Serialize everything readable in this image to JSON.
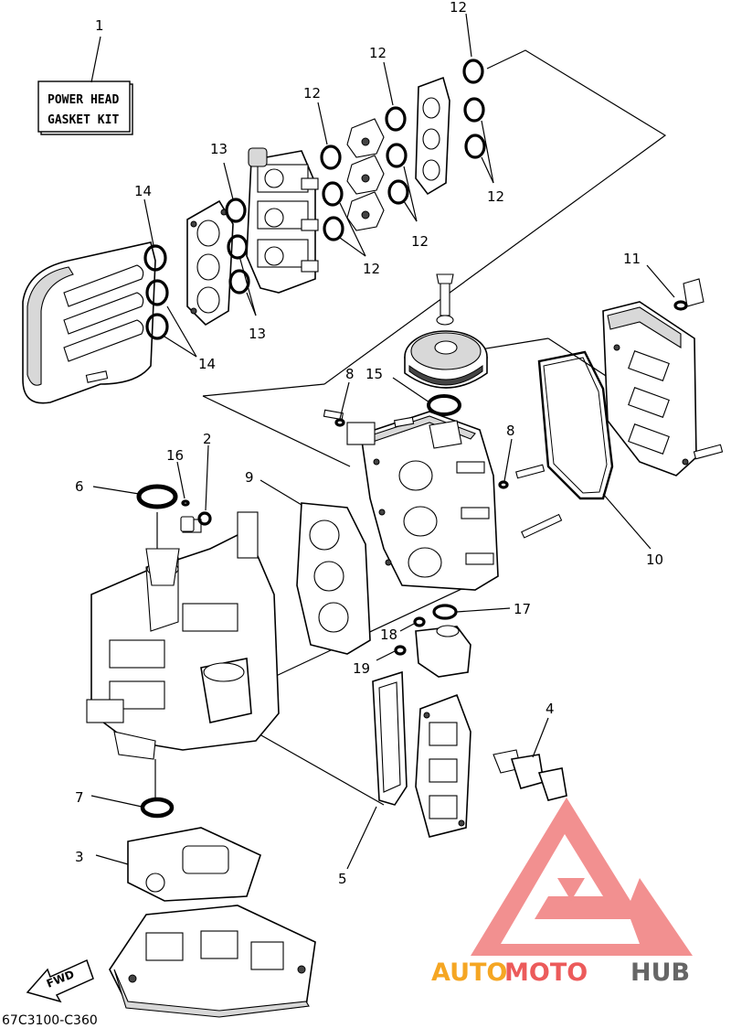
{
  "diagram": {
    "kit_label_line1": "POWER HEAD",
    "kit_label_line2": "GASKET KIT",
    "diagram_code": "67C3100-C360",
    "forward_label": "FWD",
    "callouts": {
      "c1": "1",
      "c2": "2",
      "c3": "3",
      "c4": "4",
      "c5": "5",
      "c6": "6",
      "c7": "7",
      "c8a": "8",
      "c8b": "8",
      "c9": "9",
      "c10": "10",
      "c11": "11",
      "c12a": "12",
      "c12b": "12",
      "c12c": "12",
      "c12d": "12",
      "c12e": "12",
      "c12f": "12",
      "c13a": "13",
      "c13b": "13",
      "c14a": "14",
      "c14b": "14",
      "c15": "15",
      "c16": "16",
      "c17": "17",
      "c18": "18",
      "c19": "19"
    }
  },
  "watermark": {
    "word_part1": "AUTO",
    "word_part2": "MOTO",
    "word_part3": "HUB",
    "color_orange": "#f5a623",
    "color_red": "#ec5b5b",
    "color_gray": "#666666"
  }
}
